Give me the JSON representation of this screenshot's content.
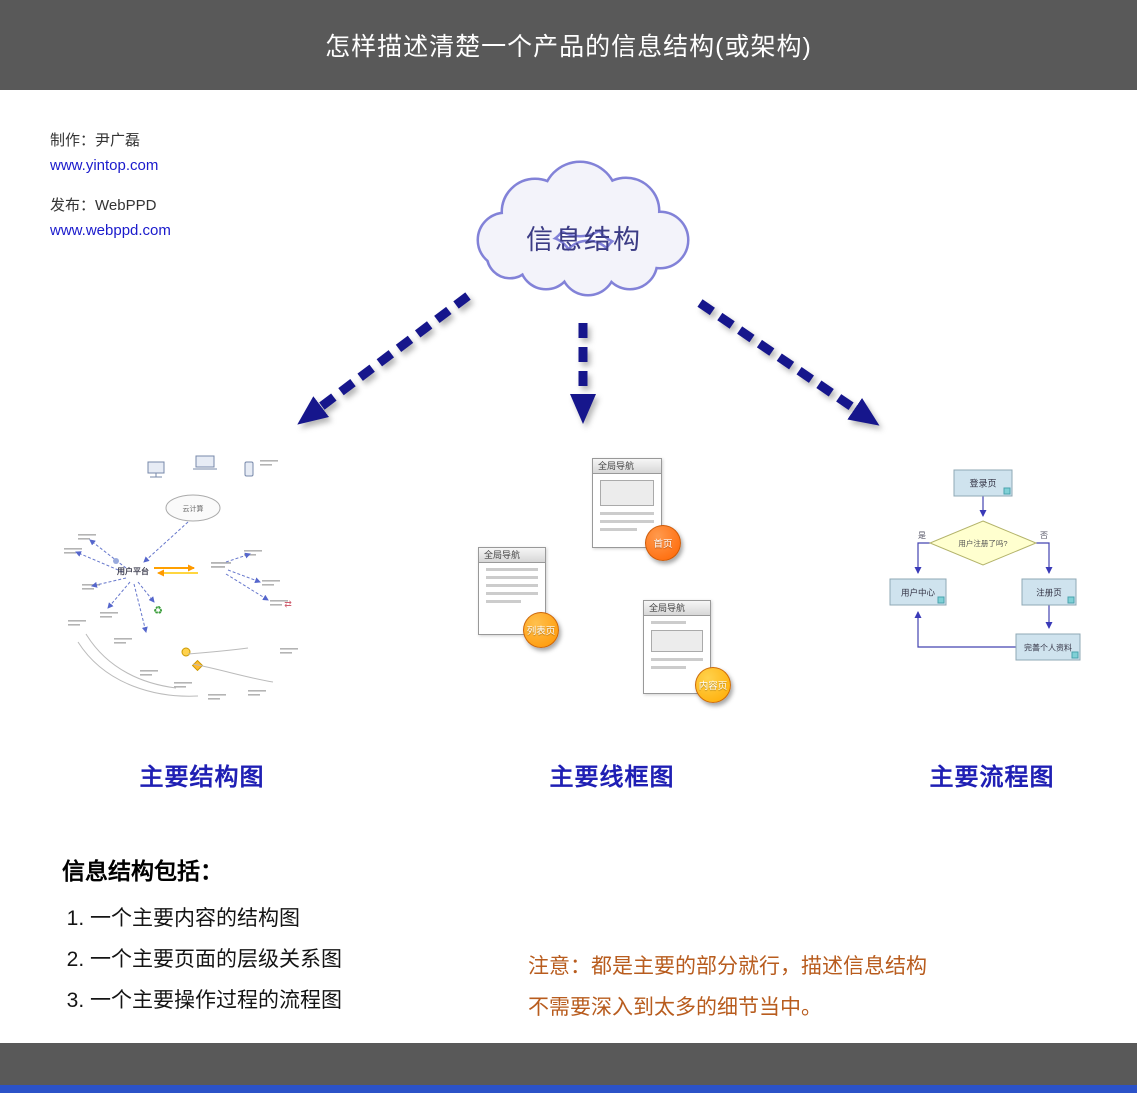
{
  "header": {
    "title": "怎样描述清楚一个产品的信息结构(或架构)"
  },
  "credits": {
    "maker_label": "制作：尹广磊",
    "maker_url": "www.yintop.com",
    "publisher_label": "发布：WebPPD",
    "publisher_url": "www.webppd.com"
  },
  "cloud": {
    "label": "信息结构"
  },
  "structure_diagram": {
    "cloud_label": "云计算",
    "hub_label": "用户平台"
  },
  "wireframes": {
    "cards": [
      {
        "nav": "全局导航",
        "badge": "首页"
      },
      {
        "nav": "全局导航",
        "badge": "列表页"
      },
      {
        "nav": "全局导航",
        "badge": "内容页"
      }
    ]
  },
  "flowchart": {
    "login": "登录页",
    "decision": "用户注册了吗?",
    "user_center": "用户中心",
    "register": "注册页",
    "profile": "完善个人资料",
    "yes": "是",
    "no": "否"
  },
  "captions": {
    "structure": "主要结构图",
    "wireframe": "主要线框图",
    "flow": "主要流程图"
  },
  "bottom": {
    "heading": "信息结构包括：",
    "items": [
      "一个主要内容的结构图",
      "一个主要页面的层级关系图",
      "一个主要操作过程的流程图"
    ],
    "note_line1": "注意：都是主要的部分就行，描述信息结构",
    "note_line2": "不需要深入到太多的细节当中。"
  },
  "colors": {
    "header_bar": "#595959",
    "link_blue": "#1a1acc",
    "caption_blue": "#1f1fb4",
    "arrow_navy": "#16168c",
    "note_orange": "#b85c1e",
    "footer_accent": "#2b52c8",
    "badge_home": "#ff6400",
    "badge_list": "#ff9500",
    "badge_content": "#ffaa00"
  }
}
